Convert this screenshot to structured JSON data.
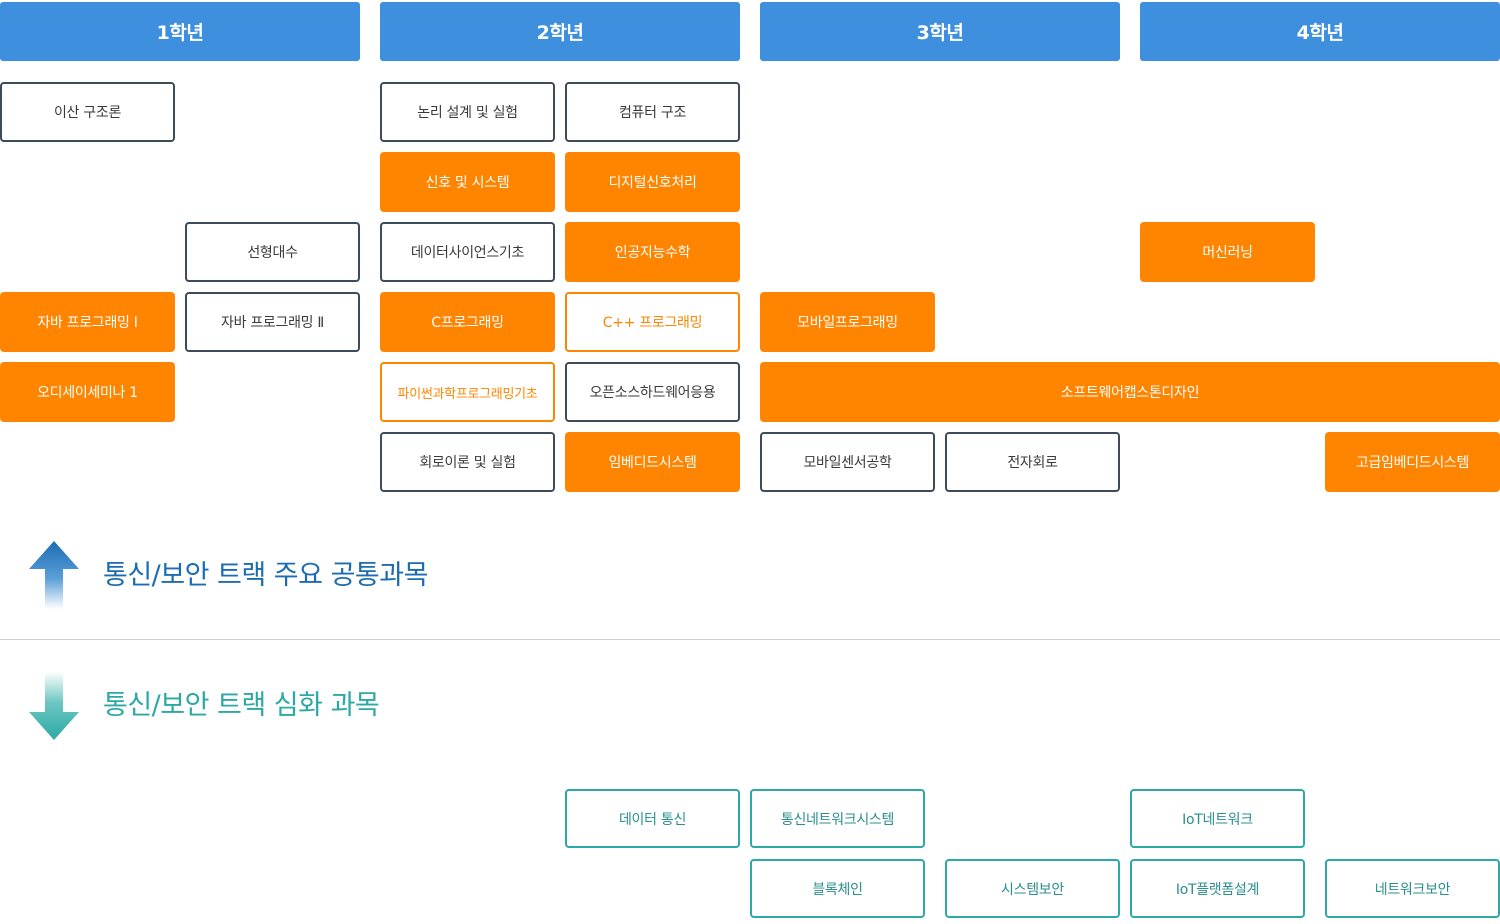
{
  "years": [
    "1학년",
    "2학년",
    "3학년",
    "4학년"
  ],
  "common_section": {
    "title": "통신/보안 트랙 주요 공통과목",
    "color": "#1c6cb4",
    "courses": [
      {
        "label": "이산 구조론",
        "style": "outline"
      },
      {
        "label": "논리 설계 및 실험",
        "style": "outline"
      },
      {
        "label": "컴퓨터 구조",
        "style": "outline"
      },
      {
        "label": "신호 및 시스템",
        "style": "filled"
      },
      {
        "label": "디지털신호처리",
        "style": "filled"
      },
      {
        "label": "선형대수",
        "style": "outline"
      },
      {
        "label": "데이터사이언스기초",
        "style": "outline"
      },
      {
        "label": "인공지능수학",
        "style": "filled"
      },
      {
        "label": "머신러닝",
        "style": "filled"
      },
      {
        "label": "자바 프로그래밍 Ⅰ",
        "style": "filled"
      },
      {
        "label": "자바 프로그래밍 Ⅱ",
        "style": "outline"
      },
      {
        "label": "C프로그래밍",
        "style": "filled"
      },
      {
        "label": "C++ 프로그래밍",
        "style": "orange-outline"
      },
      {
        "label": "모바일프로그래밍",
        "style": "filled"
      },
      {
        "label": "오디세이세미나 1",
        "style": "filled"
      },
      {
        "label": "파이썬과학프로그래밍기초",
        "style": "orange-outline"
      },
      {
        "label": "오픈소스하드웨어응용",
        "style": "outline"
      },
      {
        "label": "소프트웨어캡스톤디자인",
        "style": "filled"
      },
      {
        "label": "회로이론 및 실험",
        "style": "outline"
      },
      {
        "label": "임베디드시스템",
        "style": "filled"
      },
      {
        "label": "모바일센서공학",
        "style": "outline"
      },
      {
        "label": "전자회로",
        "style": "outline"
      },
      {
        "label": "고급임베디드시스템",
        "style": "filled"
      }
    ]
  },
  "advanced_section": {
    "title": "통신/보안 트랙 심화 과목",
    "color": "#2ca9a4",
    "courses": [
      {
        "label": "데이터 통신"
      },
      {
        "label": "통신네트워크시스템"
      },
      {
        "label": "IoT네트워크"
      },
      {
        "label": "블록체인"
      },
      {
        "label": "시스템보안"
      },
      {
        "label": "IoT플랫폼설계"
      },
      {
        "label": "네트워크보안"
      }
    ]
  },
  "colors": {
    "header_blue": "#3f8fdf",
    "orange": "#ff8500",
    "outline_dark": "#3e4b5a",
    "teal": "#2ca9a4"
  },
  "icons": {
    "up_arrow": "arrow-up-icon",
    "down_arrow": "arrow-down-icon"
  }
}
